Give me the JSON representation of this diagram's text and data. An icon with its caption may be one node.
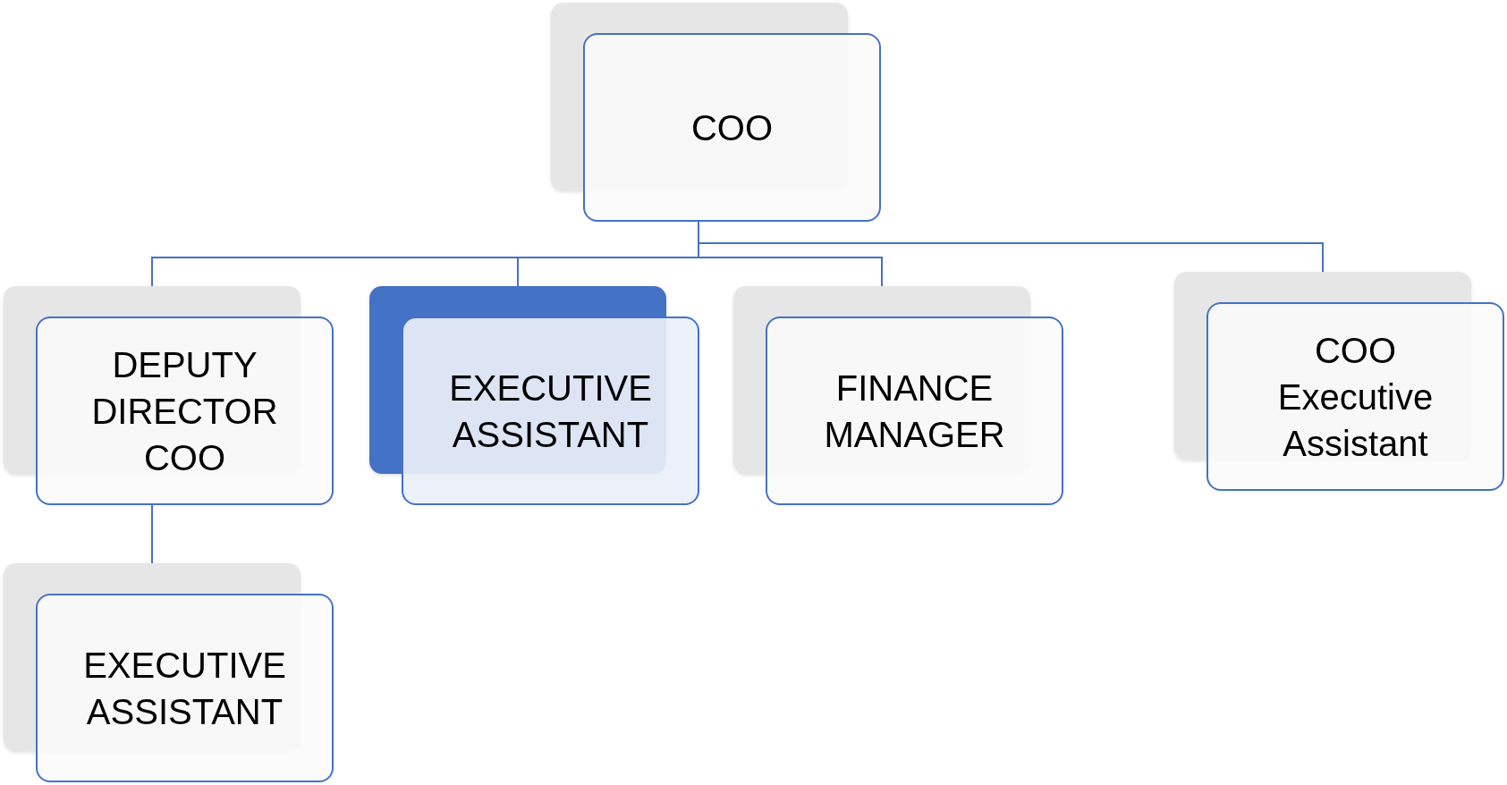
{
  "diagram": {
    "nodes": [
      {
        "text": [
          "COO"
        ]
      },
      {
        "text": [
          "DEPUTY DIRECTOR COO"
        ]
      },
      {
        "text": [
          "EXECUTIVE ASSISTANT"
        ]
      },
      {
        "text": [
          "FINANCE MANAGER"
        ]
      },
      {
        "text": [
          "COO Executive Assistant"
        ]
      },
      {
        "text": [
          "EXECUTIVE ASSISTANT"
        ]
      }
    ],
    "edges": [
      {
        "from": 0,
        "to": 1,
        "arrow": "none"
      },
      {
        "from": 0,
        "to": 2,
        "arrow": "none"
      },
      {
        "from": 0,
        "to": 3,
        "arrow": "none"
      },
      {
        "from": 0,
        "to": 4,
        "arrow": "none"
      },
      {
        "from": 1,
        "to": 5,
        "arrow": "none"
      }
    ]
  }
}
